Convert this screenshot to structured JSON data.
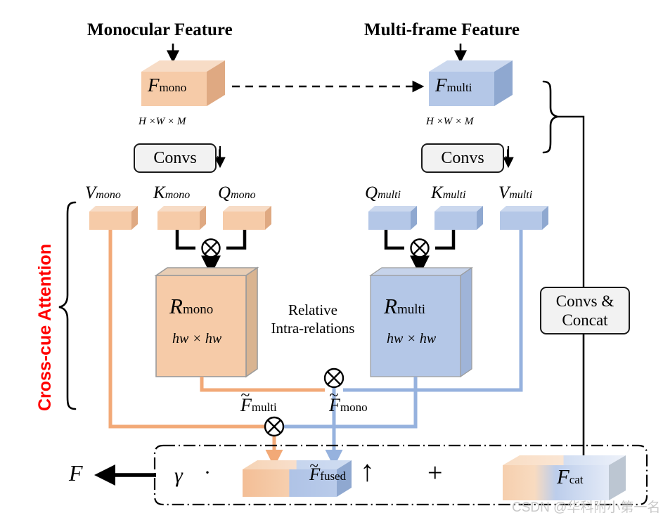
{
  "figure": {
    "title_left": "Monocular Feature",
    "title_right": "Multi-frame Feature",
    "side_label": "Cross-cue Attention",
    "watermark": "CSDN @华科附小第一名"
  },
  "colors": {
    "orange_face": "#F6CBA8",
    "orange_top": "#F7DCC6",
    "orange_side": "#DFA982",
    "blue_face": "#B4C7E7",
    "blue_top": "#CBD8EE",
    "blue_side": "#8FA8D0",
    "orange_line": "#F2A977",
    "blue_line": "#96B2DE",
    "black": "#000000",
    "red": "#FF0000",
    "box_fill": "#F2F2F2"
  },
  "cubes": {
    "f_mono": {
      "letter": "F",
      "sub": "mono",
      "dims": "H ×W × M"
    },
    "f_multi": {
      "letter": "F",
      "sub": "multi",
      "dims": "H ×W × M"
    },
    "f_fused": {
      "letter": "F",
      "sub": "fused",
      "tilde": true
    },
    "f_cat": {
      "letter": "F",
      "sub": "cat",
      "tilde": false
    }
  },
  "conv_blocks": {
    "left": "Convs",
    "right": "Convs",
    "concat_line1": "Convs &",
    "concat_line2": "Concat"
  },
  "qkv_left": [
    {
      "letter": "V",
      "sub": "mono",
      "name": "v-mono"
    },
    {
      "letter": "K",
      "sub": "mono",
      "name": "k-mono"
    },
    {
      "letter": "Q",
      "sub": "mono",
      "name": "q-mono"
    }
  ],
  "qkv_right": [
    {
      "letter": "Q",
      "sub": "multi",
      "name": "q-multi"
    },
    {
      "letter": "K",
      "sub": "multi",
      "name": "k-multi"
    },
    {
      "letter": "V",
      "sub": "multi",
      "name": "v-multi"
    }
  ],
  "relations": {
    "left": {
      "letter": "R",
      "sub": "mono",
      "shape": "hw × hw"
    },
    "right": {
      "letter": "R",
      "sub": "multi",
      "shape": "hw × hw"
    },
    "caption_line1": "Relative",
    "caption_line2": "Intra-relations"
  },
  "intermediate": {
    "f_tilde_multi": {
      "letter": "F",
      "sub": "multi"
    },
    "f_tilde_mono": {
      "letter": "F",
      "sub": "mono"
    }
  },
  "output": {
    "final": "F",
    "gamma": "γ",
    "dot": "·",
    "plus": "+",
    "upsample_arrow": "↑"
  },
  "operators": {
    "multiply": "⊗",
    "down_arrow": "↓"
  }
}
